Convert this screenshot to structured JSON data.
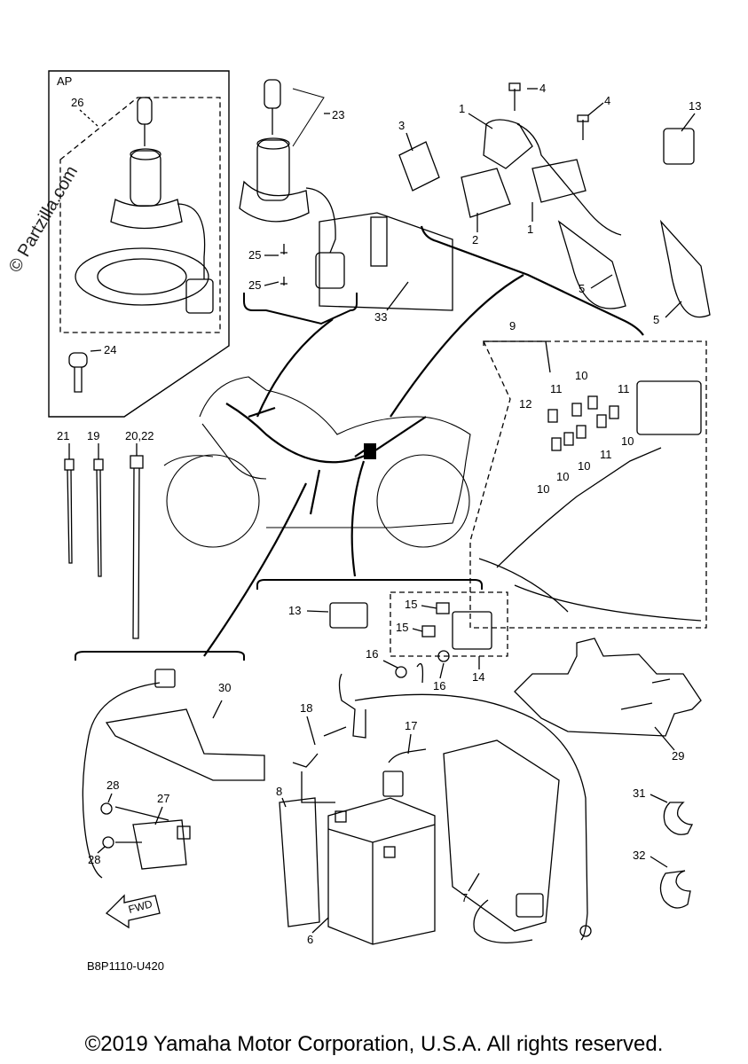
{
  "watermark": "© Partzilla.com",
  "ap_label": "AP",
  "diagram_code": "B8P1110-U420",
  "fwd_label": "FWD",
  "copyright": "©2019 Yamaha Motor Corporation, U.S.A. All rights reserved.",
  "callouts": {
    "c1a": "1",
    "c1b": "1",
    "c2": "2",
    "c3": "3",
    "c4a": "4",
    "c4b": "4",
    "c5a": "5",
    "c5b": "5",
    "c6": "6",
    "c7": "7",
    "c8": "8",
    "c9": "9",
    "c10a": "10",
    "c10b": "10",
    "c10c": "10",
    "c10d": "10",
    "c10e": "10",
    "c11a": "11",
    "c11b": "11",
    "c11c": "11",
    "c12": "12",
    "c13a": "13",
    "c13b": "13",
    "c14": "14",
    "c15a": "15",
    "c15b": "15",
    "c16a": "16",
    "c16b": "16",
    "c17": "17",
    "c18": "18",
    "c19": "19",
    "c2022": "20,22",
    "c21": "21",
    "c23": "23",
    "c24": "24",
    "c25a": "25",
    "c25b": "25",
    "c26": "26",
    "c27": "27",
    "c28a": "28",
    "c28b": "28",
    "c29": "29",
    "c30": "30",
    "c31": "31",
    "c32": "32",
    "c33": "33"
  }
}
